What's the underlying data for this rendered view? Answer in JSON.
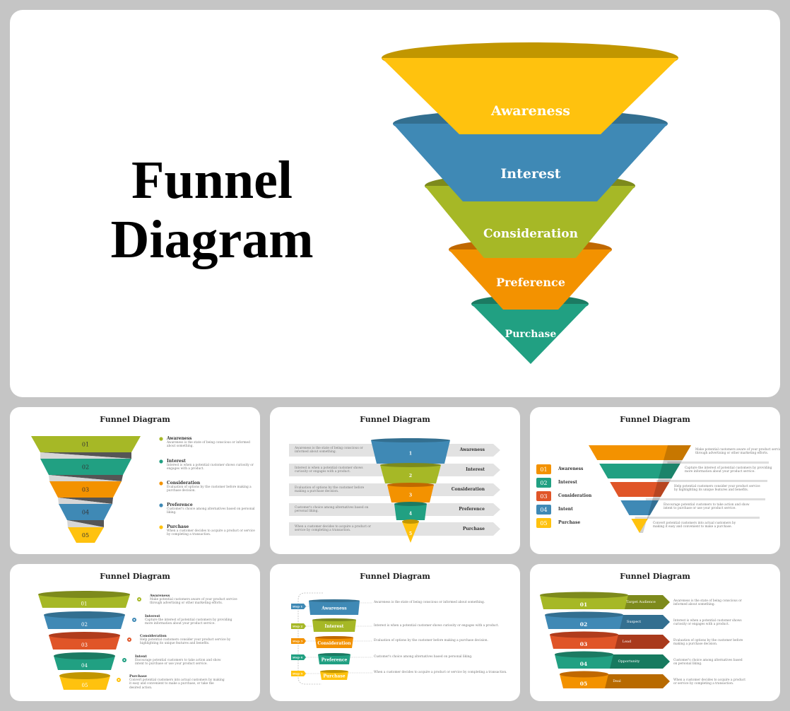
{
  "hero": {
    "title_line1": "Funnel",
    "title_line2": "Diagram",
    "stages": [
      "Awareness",
      "Interest",
      "Consideration",
      "Preference",
      "Purchase"
    ],
    "colors": [
      "#ffc20e",
      "#3f89b5",
      "#a6b826",
      "#f39200",
      "#21a082"
    ]
  },
  "thumbnails": [
    {
      "title": "Funnel Diagram",
      "items": [
        {
          "num": "01",
          "label": "Awareness",
          "desc": "Awareness is the state of being conscious or informed about something."
        },
        {
          "num": "02",
          "label": "Interest",
          "desc": "Interest is when a potential customer shows curiosity or engages with a product."
        },
        {
          "num": "03",
          "label": "Consideration",
          "desc": "Evaluation of options by the customer before making a purchase decision."
        },
        {
          "num": "04",
          "label": "Preference",
          "desc": "Customer's choice among alternatives based on personal liking."
        },
        {
          "num": "05",
          "label": "Purchase",
          "desc": "When a customer decides to acquire a product or service by completing a transaction."
        }
      ]
    },
    {
      "title": "Funnel Diagram",
      "items": [
        {
          "num": "1",
          "label": "Awareness",
          "desc": "Awareness is the state of being conscious or informed about something."
        },
        {
          "num": "2",
          "label": "Interest",
          "desc": "Interest is when a potential customer shows curiosity or engages with a product."
        },
        {
          "num": "3",
          "label": "Consideration",
          "desc": "Evaluation of options by the customer before making a purchase decision."
        },
        {
          "num": "4",
          "label": "Preference",
          "desc": "Customer's choice among alternatives based on personal liking."
        },
        {
          "num": "5",
          "label": "Purchase",
          "desc": "When a customer decides to acquire a product or service by completing a transaction."
        }
      ]
    },
    {
      "title": "Funnel Diagram",
      "items": [
        {
          "num": "01",
          "label": "Awareness",
          "desc": "Make potential customers aware of your product service through advertising or other marketing efforts."
        },
        {
          "num": "02",
          "label": "Interest",
          "desc": "Capture the interest of potential customers by providing more information about your product service."
        },
        {
          "num": "03",
          "label": "Consideration",
          "desc": "Help potential customers consider your product service by highlighting its unique features and benefits."
        },
        {
          "num": "04",
          "label": "Intent",
          "desc": "Encourage potential customers to take action and show intent to purchase or use your product service."
        },
        {
          "num": "05",
          "label": "Purchase",
          "desc": "Convert potential customers into actual customers by making it easy and convenient to make a purchase."
        }
      ]
    },
    {
      "title": "Funnel Diagram",
      "items": [
        {
          "num": "01",
          "label": "Awareness",
          "desc": "Make potential customers aware of your product service through advertising or other marketing efforts."
        },
        {
          "num": "02",
          "label": "Interest",
          "desc": "Capture the interest of potential customers by providing more information about your product service."
        },
        {
          "num": "03",
          "label": "Consideration",
          "desc": "Help potential customers consider your product service by highlighting its unique features and benefits."
        },
        {
          "num": "04",
          "label": "Intent",
          "desc": "Encourage potential customers to take action and show intent to purchase or use your product service."
        },
        {
          "num": "05",
          "label": "Purchase",
          "desc": "Convert potential customers into actual customers by making it easy and convenient to make a purchase, or take the desired action."
        }
      ]
    },
    {
      "title": "Funnel Diagram",
      "items": [
        {
          "num": "Step 1",
          "label": "Awareness",
          "desc": "Awareness is the state of being conscious or informed about something."
        },
        {
          "num": "Step 2",
          "label": "Interest",
          "desc": "Interest is when a potential customer shows curiosity or engages with a product."
        },
        {
          "num": "Step 3",
          "label": "Consideration",
          "desc": "Evaluation of options by the customer before making a purchase decision."
        },
        {
          "num": "Step 4",
          "label": "Preference",
          "desc": "Customer's choice among alternatives based on personal liking."
        },
        {
          "num": "Step 5",
          "label": "Purchase",
          "desc": "When a customer decides to acquire a product or service by completing a transaction."
        }
      ]
    },
    {
      "title": "Funnel Diagram",
      "items": [
        {
          "num": "01",
          "label": "Target Audience",
          "desc": "Awareness is the state of being conscious or informed about something."
        },
        {
          "num": "02",
          "label": "Suspect",
          "desc": "Interest is when a potential customer shows curiosity or engages with a product."
        },
        {
          "num": "03",
          "label": "Lead",
          "desc": "Evaluation of options by the customer before making a purchase decision."
        },
        {
          "num": "04",
          "label": "Opportunity",
          "desc": "Customer's choice among alternatives based on personal liking."
        },
        {
          "num": "05",
          "label": "Deal",
          "desc": "When a customer decides to acquire a product or service by completing a transaction."
        }
      ]
    }
  ]
}
